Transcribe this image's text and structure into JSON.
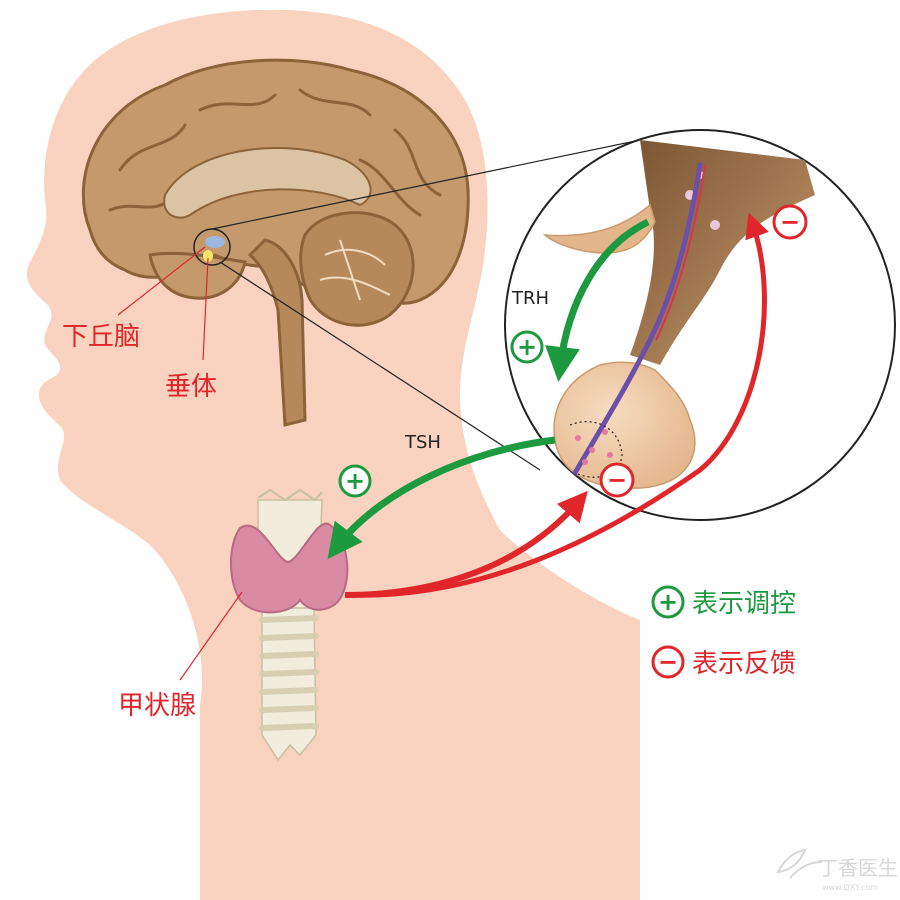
{
  "labels": {
    "hypothalamus": "下丘脑",
    "pituitary": "垂体",
    "thyroid": "甲状腺",
    "trh": "TRH",
    "tsh": "TSH"
  },
  "signs": {
    "plus": "+",
    "minus": "−"
  },
  "legend": {
    "regulation": "表示调控",
    "feedback": "表示反馈"
  },
  "watermark": {
    "brand": "丁香医生",
    "url": "www.DXY.com"
  },
  "colors": {
    "background": "#ffffff",
    "skin": "#f9d3bf",
    "brain": "#c49a6c",
    "brain_dark": "#8c6239",
    "regulation_green": "#1d9a3f",
    "feedback_red": "#e0262b",
    "label_red": "#e0262b",
    "thyroid_pink": "#d98ba3",
    "trachea": "#f2ecdc",
    "pituitary_tan": "#e8c39e"
  }
}
